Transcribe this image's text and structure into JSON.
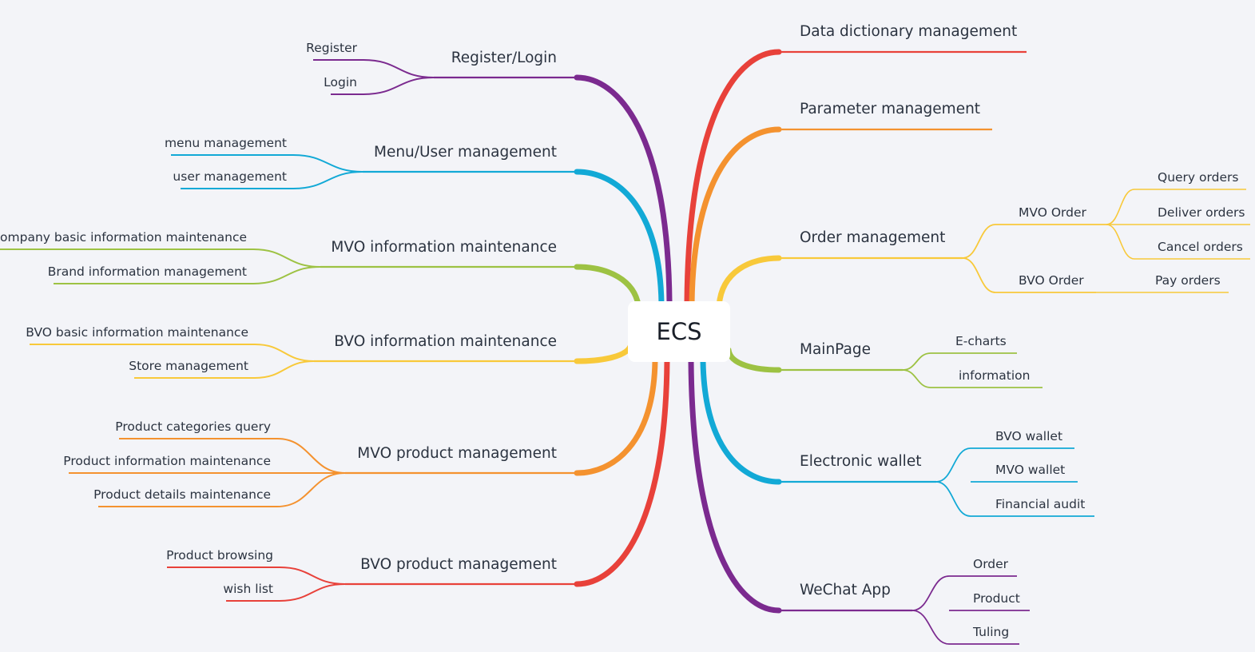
{
  "root": {
    "label": "ECS"
  },
  "colors": {
    "purple": "#7b2a8f",
    "blue": "#12a9d6",
    "green": "#9dc243",
    "yellow": "#f8c93a",
    "orange": "#f4922f",
    "red": "#e8413a"
  },
  "left_branches": [
    {
      "id": "register-login",
      "label": "Register/Login",
      "color": "#7b2a8f",
      "children": [
        "Register",
        "Login"
      ]
    },
    {
      "id": "menu-user-management",
      "label": "Menu/User management",
      "color": "#12a9d6",
      "children": [
        "menu management",
        "user management"
      ]
    },
    {
      "id": "mvo-information-maintenance",
      "label": "MVO information maintenance",
      "color": "#9dc243",
      "children": [
        "Company basic information maintenance",
        "Brand information management"
      ]
    },
    {
      "id": "bvo-information-maintenance",
      "label": "BVO information maintenance",
      "color": "#f8c93a",
      "children": [
        "BVO basic information maintenance",
        "Store management"
      ]
    },
    {
      "id": "mvo-product-management",
      "label": "MVO product management",
      "color": "#f4922f",
      "children": [
        "Product categories query",
        "Product information maintenance",
        "Product details maintenance"
      ]
    },
    {
      "id": "bvo-product-management",
      "label": "BVO product management",
      "color": "#e8413a",
      "children": [
        "Product browsing",
        "wish list"
      ]
    }
  ],
  "right_branches": [
    {
      "id": "data-dictionary-management",
      "label": "Data dictionary management",
      "color": "#e8413a",
      "children": []
    },
    {
      "id": "parameter-management",
      "label": "Parameter management",
      "color": "#f4922f",
      "children": []
    },
    {
      "id": "order-management",
      "label": "Order management",
      "color": "#f8c93a",
      "children": [
        {
          "label": "MVO Order",
          "children": [
            "Query orders",
            "Deliver orders",
            "Cancel orders"
          ]
        },
        {
          "label": "BVO Order",
          "children": [
            "Pay orders"
          ]
        }
      ]
    },
    {
      "id": "mainpage",
      "label": "MainPage",
      "color": "#9dc243",
      "children": [
        "E-charts",
        "information"
      ]
    },
    {
      "id": "electronic-wallet",
      "label": "Electronic wallet",
      "color": "#12a9d6",
      "children": [
        "BVO wallet",
        "MVO wallet",
        "Financial audit"
      ]
    },
    {
      "id": "wechat-app",
      "label": "WeChat App",
      "color": "#7b2a8f",
      "children": [
        "Order",
        "Product",
        "Tuling"
      ]
    }
  ]
}
